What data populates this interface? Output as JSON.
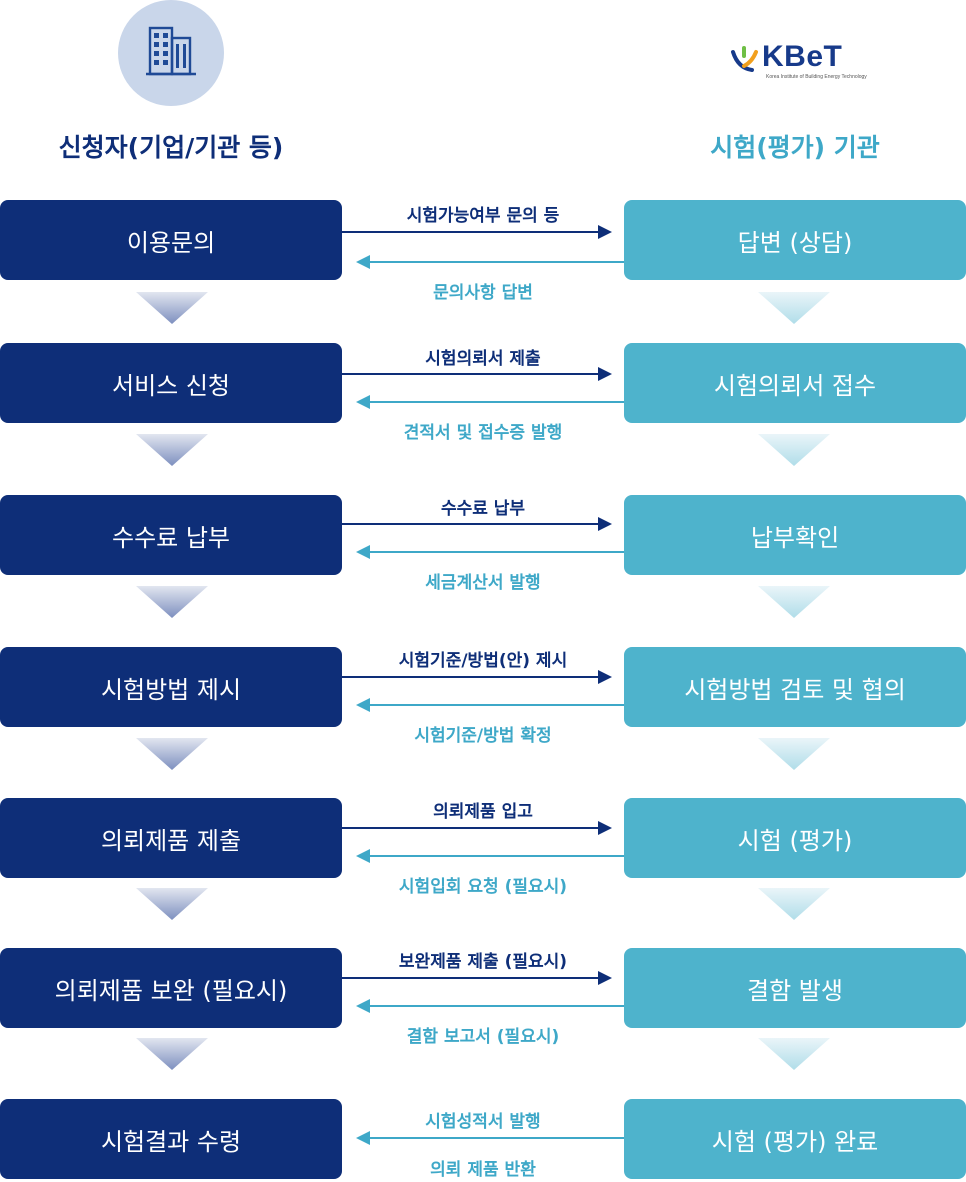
{
  "header": {
    "left_party": "신청자(기업/기관 등)",
    "right_party": "시험(평가) 기관",
    "left_icon": "building-icon",
    "logo_text": "KBeT",
    "logo_subtitle": "Korea Institute of Building Energy Technology"
  },
  "colors": {
    "left_box": "#0e2e78",
    "right_box": "#4eb3cc",
    "forward_arrow": "#0e2e78",
    "back_arrow": "#3ea8c8"
  },
  "steps": [
    {
      "left": "이용문의",
      "right": "답변 (상담)",
      "forward": "시험가능여부 문의 등",
      "back": "문의사항 답변"
    },
    {
      "left": "서비스 신청",
      "right": "시험의뢰서 접수",
      "forward": "시험의뢰서 제출",
      "back": "견적서 및 접수증 발행"
    },
    {
      "left": "수수료 납부",
      "right": "납부확인",
      "forward": "수수료 납부",
      "back": "세금계산서 발행"
    },
    {
      "left": "시험방법 제시",
      "right": "시험방법 검토 및 협의",
      "forward": "시험기준/방법(안) 제시",
      "back": "시험기준/방법 확정"
    },
    {
      "left": "의뢰제품 제출",
      "right": "시험 (평가)",
      "forward": "의뢰제품 입고",
      "back": "시험입회 요청 (필요시)"
    },
    {
      "left": "의뢰제품 보완 (필요시)",
      "right": "결함 발생",
      "forward": "보완제품 제출 (필요시)",
      "back": "결함 보고서 (필요시)"
    },
    {
      "left": "시험결과 수령",
      "right": "시험 (평가) 완료",
      "back_label_top": "시험성적서 발행",
      "back_label_bottom": "의뢰 제품 반환"
    }
  ]
}
